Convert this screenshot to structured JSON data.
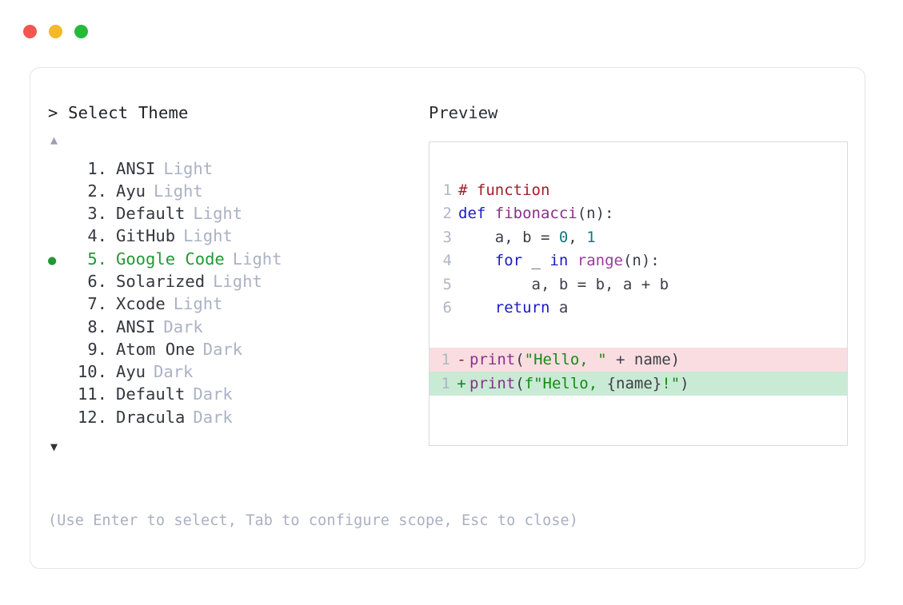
{
  "window": {
    "controls": [
      {
        "name": "close",
        "color": "#f2564f"
      },
      {
        "name": "minimize",
        "color": "#f5b829"
      },
      {
        "name": "maximize",
        "color": "#23bb39"
      }
    ]
  },
  "prompt": {
    "caret": ">",
    "title": "Select Theme",
    "scroll_up": "▲",
    "scroll_down": "▼"
  },
  "theme_list": {
    "selected_index": 5,
    "bullet": "●",
    "items": [
      {
        "index": "1.",
        "name": "ANSI",
        "variant": "Light",
        "selected": false
      },
      {
        "index": "2.",
        "name": "Ayu",
        "variant": "Light",
        "selected": false
      },
      {
        "index": "3.",
        "name": "Default",
        "variant": "Light",
        "selected": false
      },
      {
        "index": "4.",
        "name": "GitHub",
        "variant": "Light",
        "selected": false
      },
      {
        "index": "5.",
        "name": "Google Code",
        "variant": "Light",
        "selected": true
      },
      {
        "index": "6.",
        "name": "Solarized",
        "variant": "Light",
        "selected": false
      },
      {
        "index": "7.",
        "name": "Xcode",
        "variant": "Light",
        "selected": false
      },
      {
        "index": "8.",
        "name": "ANSI",
        "variant": "Dark",
        "selected": false
      },
      {
        "index": "9.",
        "name": "Atom One",
        "variant": "Dark",
        "selected": false
      },
      {
        "index": "10.",
        "name": "Ayu",
        "variant": "Dark",
        "selected": false
      },
      {
        "index": "11.",
        "name": "Default",
        "variant": "Dark",
        "selected": false
      },
      {
        "index": "12.",
        "name": "Dracula",
        "variant": "Dark",
        "selected": false
      }
    ]
  },
  "hint": {
    "text": "(Use Enter to select, Tab to configure scope, Esc to close)"
  },
  "preview": {
    "label": "Preview",
    "code_lines": [
      {
        "ln": "1",
        "tokens": [
          {
            "t": "# function",
            "c": "t-comment"
          }
        ]
      },
      {
        "ln": "2",
        "tokens": [
          {
            "t": "def ",
            "c": "t-keyword"
          },
          {
            "t": "fibonacci",
            "c": "t-func"
          },
          {
            "t": "(n):",
            "c": "t-punct"
          }
        ]
      },
      {
        "ln": "3",
        "tokens": [
          {
            "t": "    a, b = ",
            "c": "t-plain"
          },
          {
            "t": "0",
            "c": "t-num"
          },
          {
            "t": ", ",
            "c": "t-plain"
          },
          {
            "t": "1",
            "c": "t-num"
          }
        ]
      },
      {
        "ln": "4",
        "tokens": [
          {
            "t": "    ",
            "c": "t-plain"
          },
          {
            "t": "for",
            "c": "t-keyword"
          },
          {
            "t": " _ ",
            "c": "t-plain"
          },
          {
            "t": "in",
            "c": "t-keyword"
          },
          {
            "t": " ",
            "c": "t-plain"
          },
          {
            "t": "range",
            "c": "t-builtin"
          },
          {
            "t": "(n):",
            "c": "t-punct"
          }
        ]
      },
      {
        "ln": "5",
        "tokens": [
          {
            "t": "        a, b = b, a + b",
            "c": "t-plain"
          }
        ]
      },
      {
        "ln": "6",
        "tokens": [
          {
            "t": "    ",
            "c": "t-plain"
          },
          {
            "t": "return",
            "c": "t-keyword"
          },
          {
            "t": " a",
            "c": "t-plain"
          }
        ]
      }
    ],
    "diff_lines": [
      {
        "ln": "1",
        "sign": "-",
        "kind": "del",
        "tokens": [
          {
            "t": "print",
            "c": "t-func"
          },
          {
            "t": "(",
            "c": "t-punct"
          },
          {
            "t": "\"Hello, \"",
            "c": "t-str"
          },
          {
            "t": " + name)",
            "c": "t-plain"
          }
        ]
      },
      {
        "ln": "1",
        "sign": "+",
        "kind": "add",
        "tokens": [
          {
            "t": "print",
            "c": "t-func"
          },
          {
            "t": "(",
            "c": "t-punct"
          },
          {
            "t": "f\"Hello, ",
            "c": "t-str"
          },
          {
            "t": "{name}",
            "c": "t-plain"
          },
          {
            "t": "!\"",
            "c": "t-str"
          },
          {
            "t": ")",
            "c": "t-punct"
          }
        ]
      }
    ]
  }
}
